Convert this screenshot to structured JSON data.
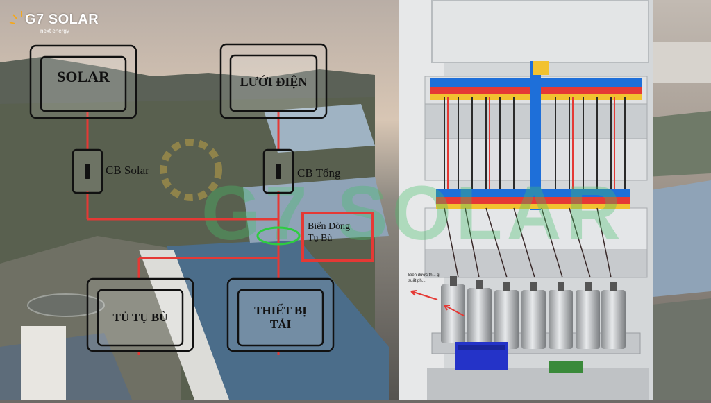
{
  "brand": {
    "name": "G7 SOLAR",
    "tagline": "next energy",
    "watermark": "G7 SOLAR"
  },
  "diagram": {
    "solar_box": "SOLAR",
    "grid_box": "LƯỚI ĐIỆN",
    "cb_solar_label": "CB Solar",
    "cb_main_label": "CB Tổng",
    "ct_label_line1": "Biến Dòng",
    "ct_label_line2": "Tụ Bù",
    "capacitor_box": "TỦ TỤ BÙ",
    "load_box_line1": "THIẾT BỊ",
    "load_box_line2": "TẢI"
  },
  "photo_note": "Biến được th... g suất ph...",
  "colors": {
    "wire": "#e53935",
    "ct_ring": "#2ecc40",
    "highlight": "#e53935",
    "busbar_blue": "#1e6fd9",
    "panel_gray": "#dfe2e4"
  }
}
